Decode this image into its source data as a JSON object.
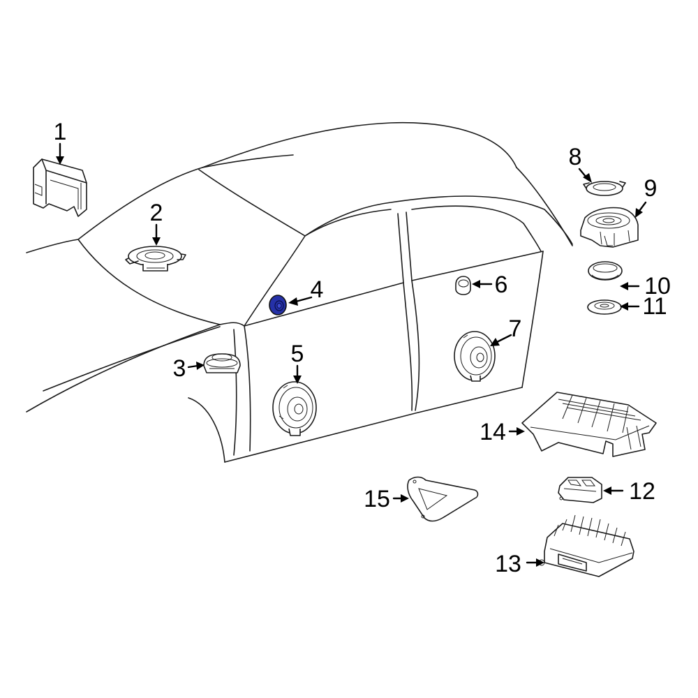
{
  "diagram": {
    "highlight_color": "#2531a8",
    "highlighted_callout": "4",
    "callouts": [
      {
        "id": "c1",
        "label": "1"
      },
      {
        "id": "c2",
        "label": "2"
      },
      {
        "id": "c3",
        "label": "3"
      },
      {
        "id": "c4",
        "label": "4"
      },
      {
        "id": "c5",
        "label": "5"
      },
      {
        "id": "c6",
        "label": "6"
      },
      {
        "id": "c7",
        "label": "7"
      },
      {
        "id": "c8",
        "label": "8"
      },
      {
        "id": "c9",
        "label": "9"
      },
      {
        "id": "c10",
        "label": "10"
      },
      {
        "id": "c11",
        "label": "11"
      },
      {
        "id": "c12",
        "label": "12"
      },
      {
        "id": "c13",
        "label": "13"
      },
      {
        "id": "c14",
        "label": "14"
      },
      {
        "id": "c15",
        "label": "15"
      }
    ]
  }
}
